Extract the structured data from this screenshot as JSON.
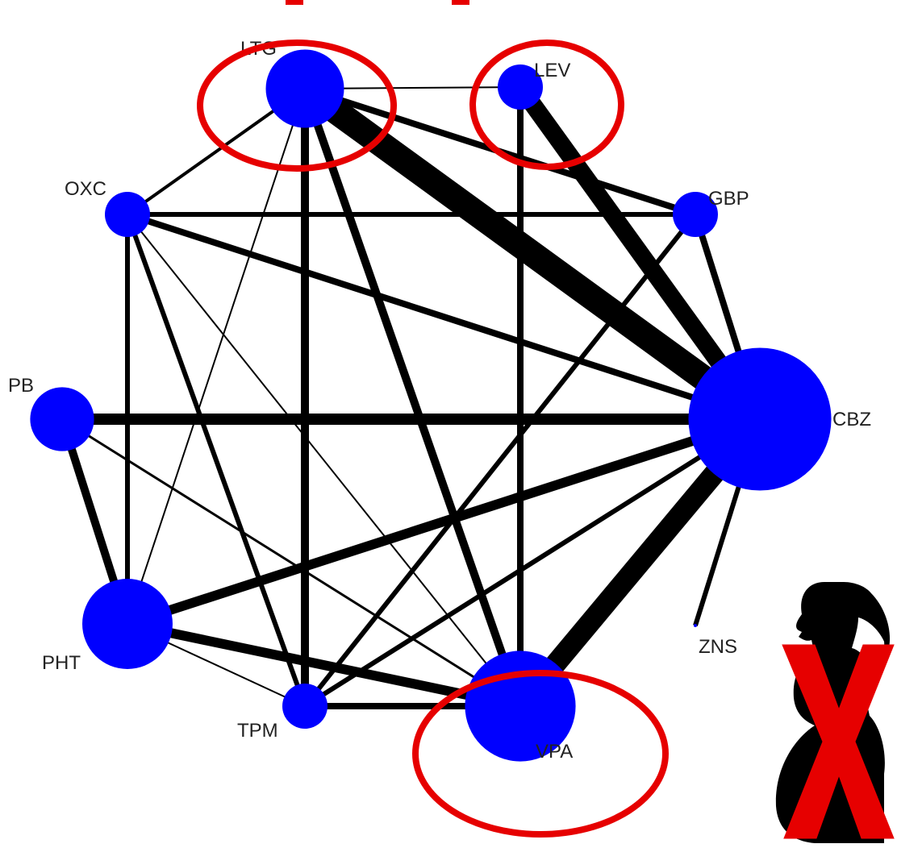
{
  "colors": {
    "node": "#0000ff",
    "edge": "#000000",
    "highlight": "#e60000",
    "label": "#222222",
    "silhouette": "#000000",
    "cross": "#e60000"
  },
  "nodes": [
    {
      "id": "LTG",
      "label": "LTG",
      "relative_size": 3
    },
    {
      "id": "LEV",
      "label": "LEV",
      "relative_size": 1
    },
    {
      "id": "OXC",
      "label": "OXC",
      "relative_size": 1
    },
    {
      "id": "GBP",
      "label": "GBP",
      "relative_size": 1
    },
    {
      "id": "PB",
      "label": "PB",
      "relative_size": 2
    },
    {
      "id": "CBZ",
      "label": "CBZ",
      "relative_size": 10
    },
    {
      "id": "PHT",
      "label": "PHT",
      "relative_size": 4
    },
    {
      "id": "ZNS",
      "label": "ZNS",
      "relative_size": 0
    },
    {
      "id": "TPM",
      "label": "TPM",
      "relative_size": 1
    },
    {
      "id": "VPA",
      "label": "VPA",
      "relative_size": 6
    }
  ],
  "edges": [
    {
      "from": "LTG",
      "to": "LEV",
      "weight": 1
    },
    {
      "from": "LTG",
      "to": "OXC",
      "weight": 2
    },
    {
      "from": "LTG",
      "to": "GBP",
      "weight": 4
    },
    {
      "from": "LTG",
      "to": "CBZ",
      "weight": 16
    },
    {
      "from": "LTG",
      "to": "TPM",
      "weight": 5
    },
    {
      "from": "LTG",
      "to": "VPA",
      "weight": 5
    },
    {
      "from": "LTG",
      "to": "PHT",
      "weight": 1
    },
    {
      "from": "LEV",
      "to": "CBZ",
      "weight": 11
    },
    {
      "from": "LEV",
      "to": "VPA",
      "weight": 4
    },
    {
      "from": "OXC",
      "to": "GBP",
      "weight": 3
    },
    {
      "from": "OXC",
      "to": "CBZ",
      "weight": 4
    },
    {
      "from": "OXC",
      "to": "PHT",
      "weight": 3
    },
    {
      "from": "OXC",
      "to": "TPM",
      "weight": 3
    },
    {
      "from": "OXC",
      "to": "VPA",
      "weight": 1
    },
    {
      "from": "GBP",
      "to": "CBZ",
      "weight": 4
    },
    {
      "from": "GBP",
      "to": "TPM",
      "weight": 3
    },
    {
      "from": "PB",
      "to": "CBZ",
      "weight": 7
    },
    {
      "from": "PB",
      "to": "PHT",
      "weight": 5
    },
    {
      "from": "PB",
      "to": "VPA",
      "weight": 1.5
    },
    {
      "from": "PHT",
      "to": "CBZ",
      "weight": 6
    },
    {
      "from": "PHT",
      "to": "VPA",
      "weight": 6
    },
    {
      "from": "PHT",
      "to": "TPM",
      "weight": 1
    },
    {
      "from": "CBZ",
      "to": "VPA",
      "weight": 13
    },
    {
      "from": "CBZ",
      "to": "TPM",
      "weight": 3
    },
    {
      "from": "CBZ",
      "to": "ZNS",
      "weight": 3
    },
    {
      "from": "TPM",
      "to": "VPA",
      "weight": 4
    }
  ],
  "highlighted": [
    "LTG",
    "LEV",
    "VPA"
  ],
  "icons": {
    "pregnancy": "pregnant-woman-silhouette-icon",
    "cross": "red-x-icon"
  }
}
